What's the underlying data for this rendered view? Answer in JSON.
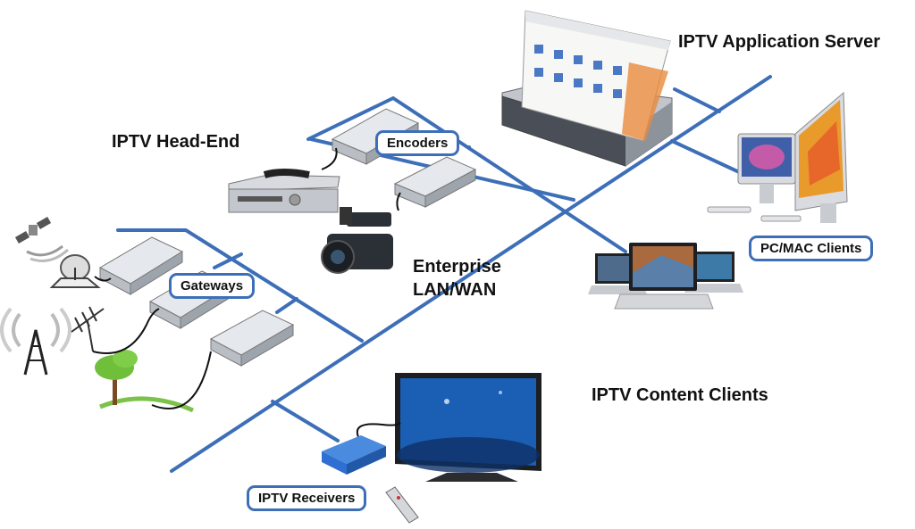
{
  "diagram": {
    "labels": {
      "app_server": "IPTV Application Server",
      "head_end": "IPTV Head-End",
      "encoders": "Encoders",
      "gateways": "Gateways",
      "enterprise_line1": "Enterprise",
      "enterprise_line2": "LAN/WAN",
      "pc_mac_clients": "PC/MAC Clients",
      "content_clients": "IPTV Content Clients",
      "receivers": "IPTV Receivers"
    },
    "colors": {
      "network_line": "#3d6fb8",
      "device_silver": "#c9cdd3",
      "device_dark": "#2b2f36",
      "tv_screen": "#1a5fb4",
      "receiver_blue": "#2f6fd1",
      "tree_green": "#6fbf3a"
    },
    "icons": [
      "satellite-icon",
      "dish-icon",
      "radio-tower-icon",
      "antenna-icon",
      "tree-icon",
      "gateway-device-icon",
      "encoder-device-icon",
      "set-top-box-icon",
      "video-camera-icon",
      "server-icon",
      "imac-icon",
      "laptop-icon",
      "television-icon",
      "receiver-box-icon",
      "remote-icon"
    ]
  }
}
